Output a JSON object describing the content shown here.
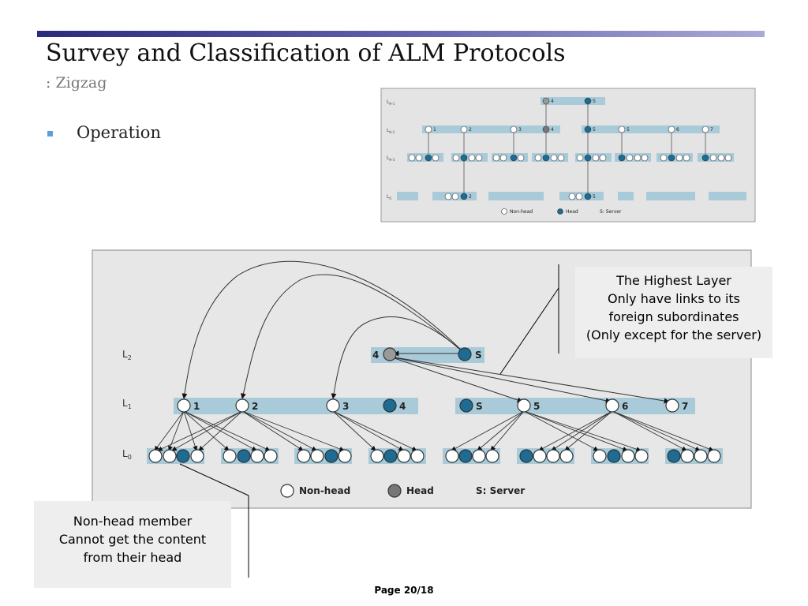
{
  "slide": {
    "title": "Survey and Classification of ALM Protocols",
    "subtitle": ": Zigzag",
    "bullet": "Operation",
    "page": "Page 20/18"
  },
  "colors": {
    "title_bar_dark": "#2b2b7e",
    "title_bar_light": "#a9a9d6",
    "bullet": "#5aa0dc",
    "panel": "#e7e7e7",
    "layer_band": "#a9cbd9",
    "head_node": "#1e6b94",
    "server_node": "#1e6b94",
    "gray_head": "#9a9a9a",
    "nonhead_node": "#ffffff"
  },
  "small_diagram": {
    "layers": [
      "L",
      "L",
      "L",
      "L"
    ],
    "layer_subs": [
      "H-1",
      "H-2",
      "H-3",
      "0"
    ],
    "top_nodes": [
      "4",
      "S"
    ],
    "h2_nodes": [
      "1",
      "2",
      "3",
      "4",
      "5",
      "5",
      "6",
      "7"
    ],
    "l0_nodes": [
      "2",
      "5"
    ],
    "legend": {
      "nonhead": "Non-head",
      "head": "Head",
      "server": "S: Server"
    }
  },
  "main_diagram": {
    "layer_labels": [
      "L",
      "L",
      "L"
    ],
    "layer_subs": [
      "2",
      "1",
      "0"
    ],
    "l2_nodes": [
      "4",
      "S"
    ],
    "l1_nodes": [
      "1",
      "2",
      "3",
      "4",
      "S",
      "5",
      "6",
      "7"
    ],
    "legend": {
      "nonhead": "Non-head",
      "head": "Head",
      "server": "S: Server"
    }
  },
  "callouts": {
    "highest_layer": [
      "The Highest Layer",
      "Only have links to its",
      "foreign subordinates",
      "(Only except for the server)"
    ],
    "nonhead": [
      "Non-head member",
      "Cannot get the content",
      "from their head"
    ]
  }
}
